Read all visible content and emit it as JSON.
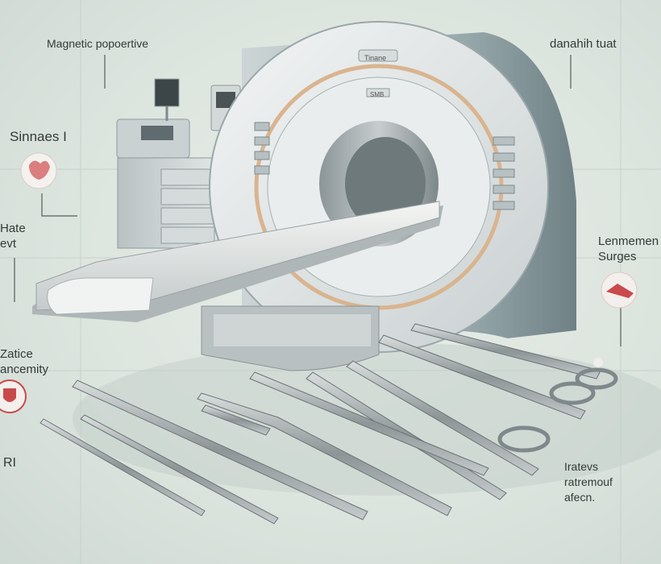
{
  "labels": {
    "magnetic": "Magnetic popoertive",
    "top_right": "danahih tuat",
    "left_top": "Sinnaes I",
    "left_mid_1": "Hate",
    "left_mid_2": "evt",
    "right_mid_1": "Lenmemen",
    "right_mid_2": "Surges",
    "left_low_1": "Zatice",
    "left_low_2": "ancemity",
    "left_bottom": "RI",
    "bottom_right_1": "Iratevs",
    "bottom_right_2": "ratremouf",
    "bottom_right_3": "afecn.",
    "machine_top_badge": "Tinane",
    "machine_badge": "SMB"
  },
  "colors": {
    "background": "#dfe6e1",
    "machine_body": "#e8ecec",
    "machine_shell": "#8e9ea1",
    "accent_ring": "#d9b48f",
    "icon_red": "#c94a4a",
    "instrument_steel": "#9aa3a6"
  }
}
